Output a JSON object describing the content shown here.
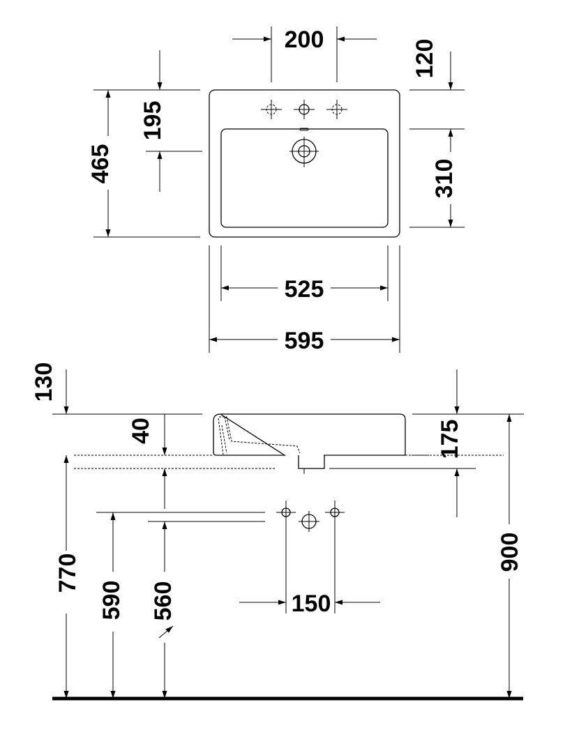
{
  "top_view": {
    "dims": {
      "tap_spacing_top": "200",
      "top_offset": "120",
      "drain_offset": "195",
      "overall_depth": "465",
      "bowl_depth": "310",
      "bowl_width": "525",
      "overall_width": "595"
    }
  },
  "side_view": {
    "dims": {
      "above_rim": "130",
      "rim_thickness": "40",
      "basin_height": "175",
      "tap_spacing": "150",
      "rim_height": "770",
      "supply_height": "590",
      "drain_height": "560",
      "total_height": "900"
    }
  }
}
